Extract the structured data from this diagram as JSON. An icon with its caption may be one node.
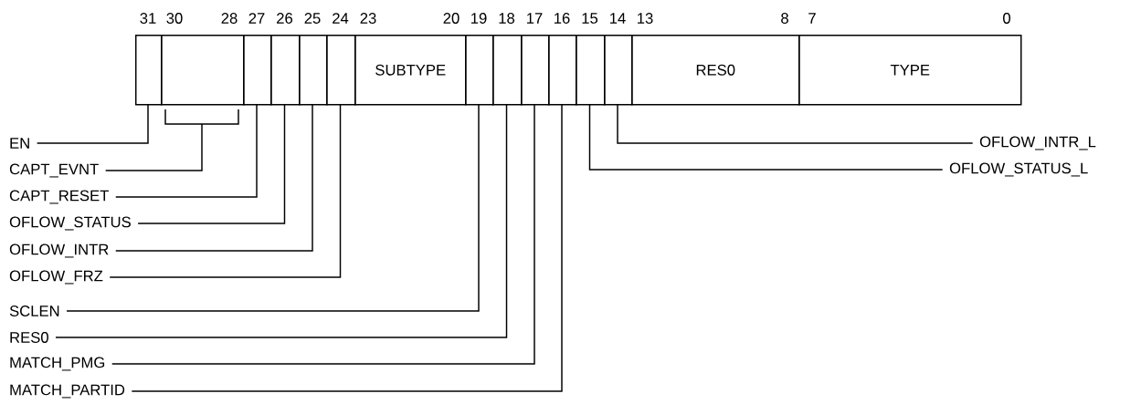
{
  "diagram": {
    "nodes": [
      {
        "text": [],
        "shape": "box",
        "beside": [
          "31"
        ]
      },
      {
        "text": [],
        "shape": "box",
        "beside": [
          "30",
          "28"
        ]
      },
      {
        "text": [],
        "shape": "box",
        "beside": [
          "27"
        ]
      },
      {
        "text": [],
        "shape": "box",
        "beside": [
          "26"
        ]
      },
      {
        "text": [],
        "shape": "box",
        "beside": [
          "25"
        ]
      },
      {
        "text": [],
        "shape": "box",
        "beside": [
          "24"
        ]
      },
      {
        "text": [
          "SUBTYPE"
        ],
        "beside": [
          "23",
          "20"
        ]
      },
      {
        "text": [],
        "shape": "box",
        "beside": [
          "19"
        ]
      },
      {
        "text": [],
        "shape": "box",
        "beside": [
          "18"
        ]
      },
      {
        "text": [],
        "shape": "box",
        "beside": [
          "17"
        ]
      },
      {
        "text": [],
        "shape": "box",
        "beside": [
          "16"
        ]
      },
      {
        "text": [],
        "shape": "box",
        "beside": [
          "15"
        ]
      },
      {
        "text": [],
        "shape": "box",
        "beside": [
          "14"
        ]
      },
      {
        "text": [
          "RES0"
        ],
        "beside": [
          "13",
          "8"
        ]
      },
      {
        "text": [
          "TYPE"
        ],
        "beside": [
          "7",
          "0"
        ]
      },
      {
        "text": [
          "EN"
        ]
      },
      {
        "text": [
          "OFLOW_INTR_L"
        ]
      },
      {
        "text": [
          "CAPT_EVNT"
        ]
      },
      {
        "text": [
          "OFLOW_STATUS_L"
        ]
      },
      {
        "text": [
          "CAPT_RESET"
        ]
      },
      {
        "text": [
          "OFLOW_STATUS"
        ]
      },
      {
        "text": [
          "OFLOW_INTR"
        ]
      },
      {
        "text": [
          "OFLOW_FRZ"
        ]
      },
      {
        "text": [
          "SCLEN"
        ]
      },
      {
        "text": [
          "RES0"
        ]
      },
      {
        "text": [
          "MATCH_PMG"
        ]
      },
      {
        "text": [
          "MATCH_PARTID"
        ]
      }
    ],
    "edges": [
      {
        "from": 15,
        "to": 0,
        "arrow": "none"
      },
      {
        "from": 16,
        "to": 12,
        "arrow": "none"
      },
      {
        "from": 17,
        "to": 1,
        "arrow": "none"
      },
      {
        "from": 18,
        "to": 11,
        "arrow": "none"
      },
      {
        "from": 19,
        "to": 2,
        "arrow": "none"
      },
      {
        "from": 20,
        "to": 3,
        "arrow": "none"
      },
      {
        "from": 21,
        "to": 4,
        "arrow": "none"
      },
      {
        "from": 22,
        "to": 5,
        "arrow": "none"
      },
      {
        "from": 23,
        "to": 7,
        "arrow": "none"
      },
      {
        "from": 24,
        "to": 8,
        "arrow": "none"
      },
      {
        "from": 25,
        "to": 9,
        "arrow": "none"
      },
      {
        "from": 26,
        "to": 10,
        "arrow": "none"
      }
    ]
  }
}
